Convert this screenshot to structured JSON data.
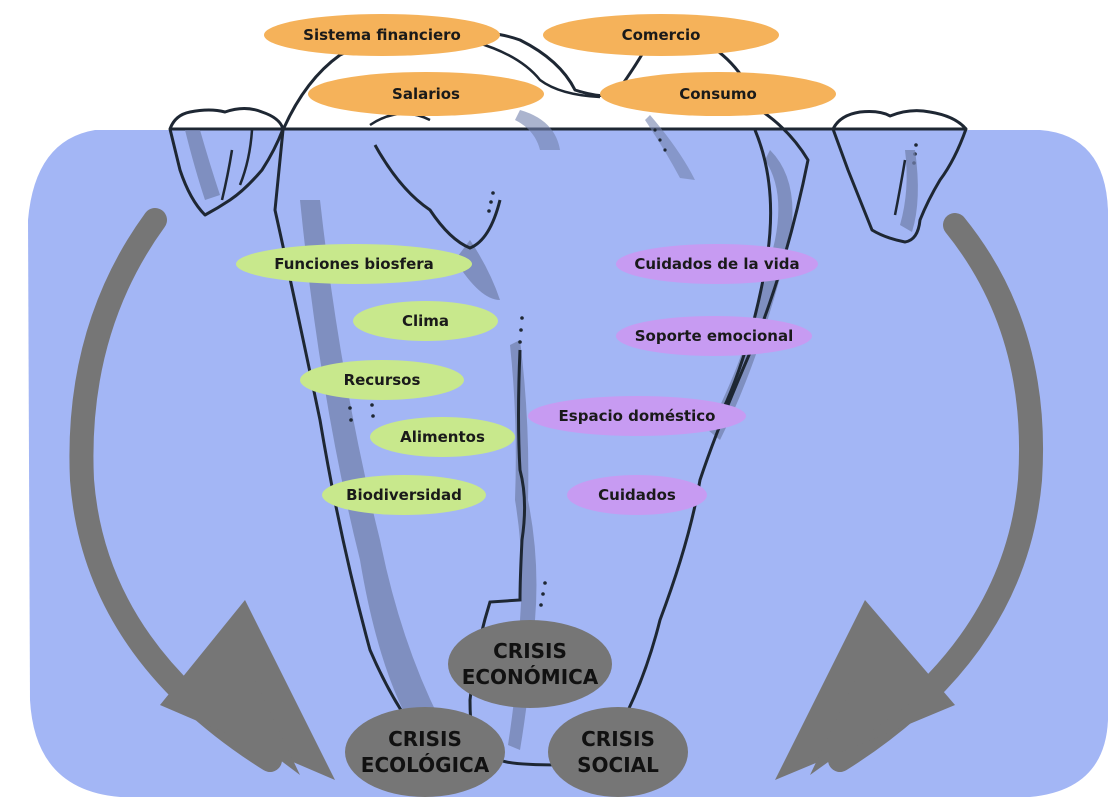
{
  "surface": {
    "labels": {
      "sistema_financiero": "Sistema financiero",
      "comercio": "Comercio",
      "salarios": "Salarios",
      "consumo": "Consumo"
    }
  },
  "ecological": {
    "labels": {
      "funciones_biosfera": "Funciones biosfera",
      "clima": "Clima",
      "recursos": "Recursos",
      "alimentos": "Alimentos",
      "biodiversidad": "Biodiversidad"
    }
  },
  "social": {
    "labels": {
      "cuidados_vida": "Cuidados de la vida",
      "soporte_emocional": "Soporte emocional",
      "espacio_domestico": "Espacio doméstico",
      "cuidados": "Cuidados"
    }
  },
  "crisis": {
    "economica": {
      "line1": "CRISIS",
      "line2": "ECONÓMICA"
    },
    "ecologica": {
      "line1": "CRISIS",
      "line2": "ECOLÓGICA"
    },
    "social": {
      "line1": "CRISIS",
      "line2": "SOCIAL"
    }
  },
  "colors": {
    "water": "#a3b6f5",
    "outline": "#1e2733",
    "shadow": "#7382ad",
    "arrow": "#767676",
    "surface_label": "#f5b25a",
    "ecological_label": "#c8e88c",
    "social_label": "#c79bf2",
    "crisis_label": "#767676"
  }
}
